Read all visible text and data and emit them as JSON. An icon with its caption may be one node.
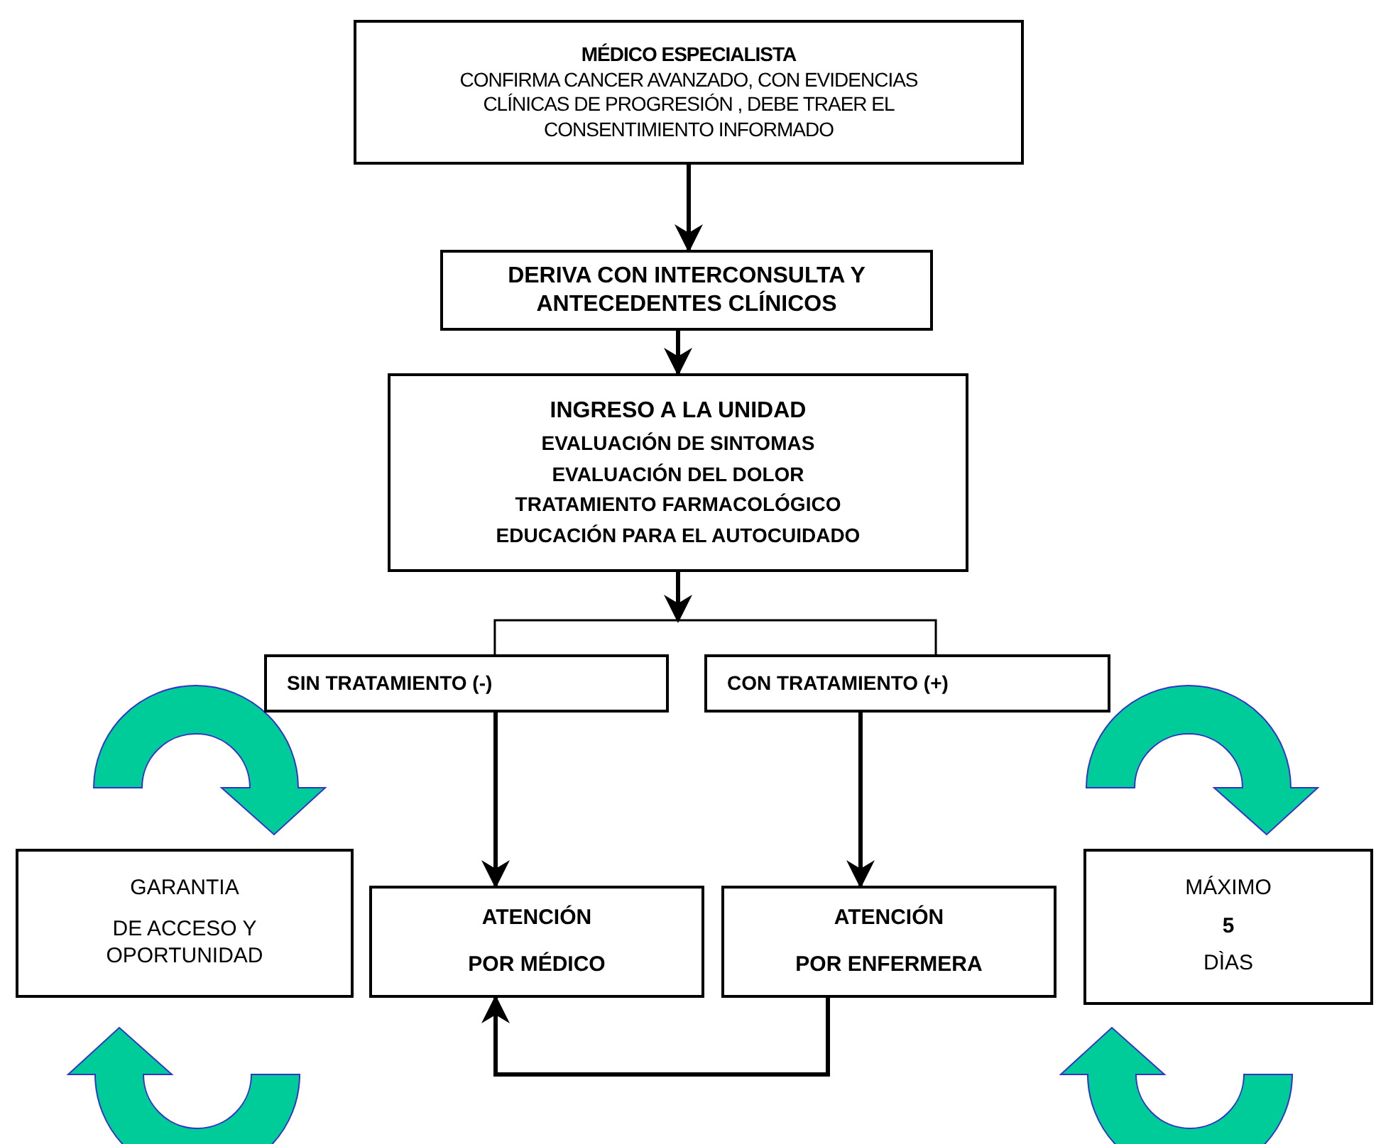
{
  "diagram": {
    "nodes": [
      {
        "text": [
          "MÉDICO ESPECIALISTA",
          "CONFIRMA CANCER AVANZADO, CON EVIDENCIAS CLÍNICAS DE PROGRESIÓN , DEBE TRAER EL CONSENTIMIENTO INFORMADO"
        ]
      },
      {
        "text": [
          "DERIVA CON INTERCONSULTA Y ANTECEDENTES CLÍNICOS"
        ]
      },
      {
        "text": [
          "INGRESO A LA UNIDAD",
          "EVALUACIÓN DE SINTOMAS",
          "EVALUACIÓN DEL DOLOR",
          "TRATAMIENTO FARMACOLÓGICO",
          "EDUCACIÓN PARA EL AUTOCUIDADO"
        ]
      },
      {
        "text": [
          "SIN TRATAMIENTO (-)"
        ]
      },
      {
        "text": [
          "CON TRATAMIENTO (+)"
        ]
      },
      {
        "text": [
          "GARANTIA",
          "DE ACCESO Y OPORTUNIDAD"
        ]
      },
      {
        "text": [
          "ATENCIÓN",
          "POR MÉDICO"
        ]
      },
      {
        "text": [
          "ATENCIÓN",
          "POR ENFERMERA"
        ]
      },
      {
        "text": [
          "MÁXIMO",
          "5",
          "DÌAS"
        ]
      }
    ],
    "edges": [
      {
        "from": 0,
        "to": 1,
        "arrow": "to"
      },
      {
        "from": 1,
        "to": 2,
        "arrow": "to"
      },
      {
        "from": 2,
        "to": 3,
        "arrow": "none"
      },
      {
        "from": 2,
        "to": 4,
        "arrow": "none"
      },
      {
        "from": 3,
        "to": 6,
        "arrow": "to"
      },
      {
        "from": 4,
        "to": 7,
        "arrow": "to"
      },
      {
        "from": 7,
        "to": 6,
        "arrow": "to"
      }
    ]
  }
}
